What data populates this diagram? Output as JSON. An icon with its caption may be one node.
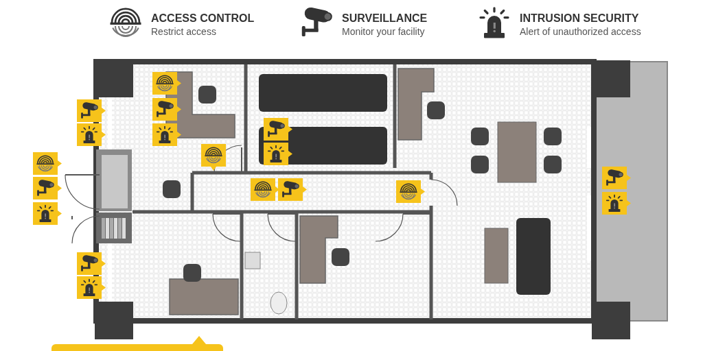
{
  "diagram": {
    "nodes": [
      {
        "text": [
          "ACCESS CONTROL",
          "Restrict access"
        ]
      },
      {
        "text": [
          "SURVEILLANCE",
          "Monitor your facility"
        ]
      },
      {
        "text": [
          "INTRUSION SECURITY",
          "Alert of unauthorized access"
        ]
      },
      {
        "text": [],
        "shape": "box"
      },
      {
        "text": [],
        "shape": "box"
      },
      {
        "text": [],
        "shape": "bar"
      }
    ]
  }
}
